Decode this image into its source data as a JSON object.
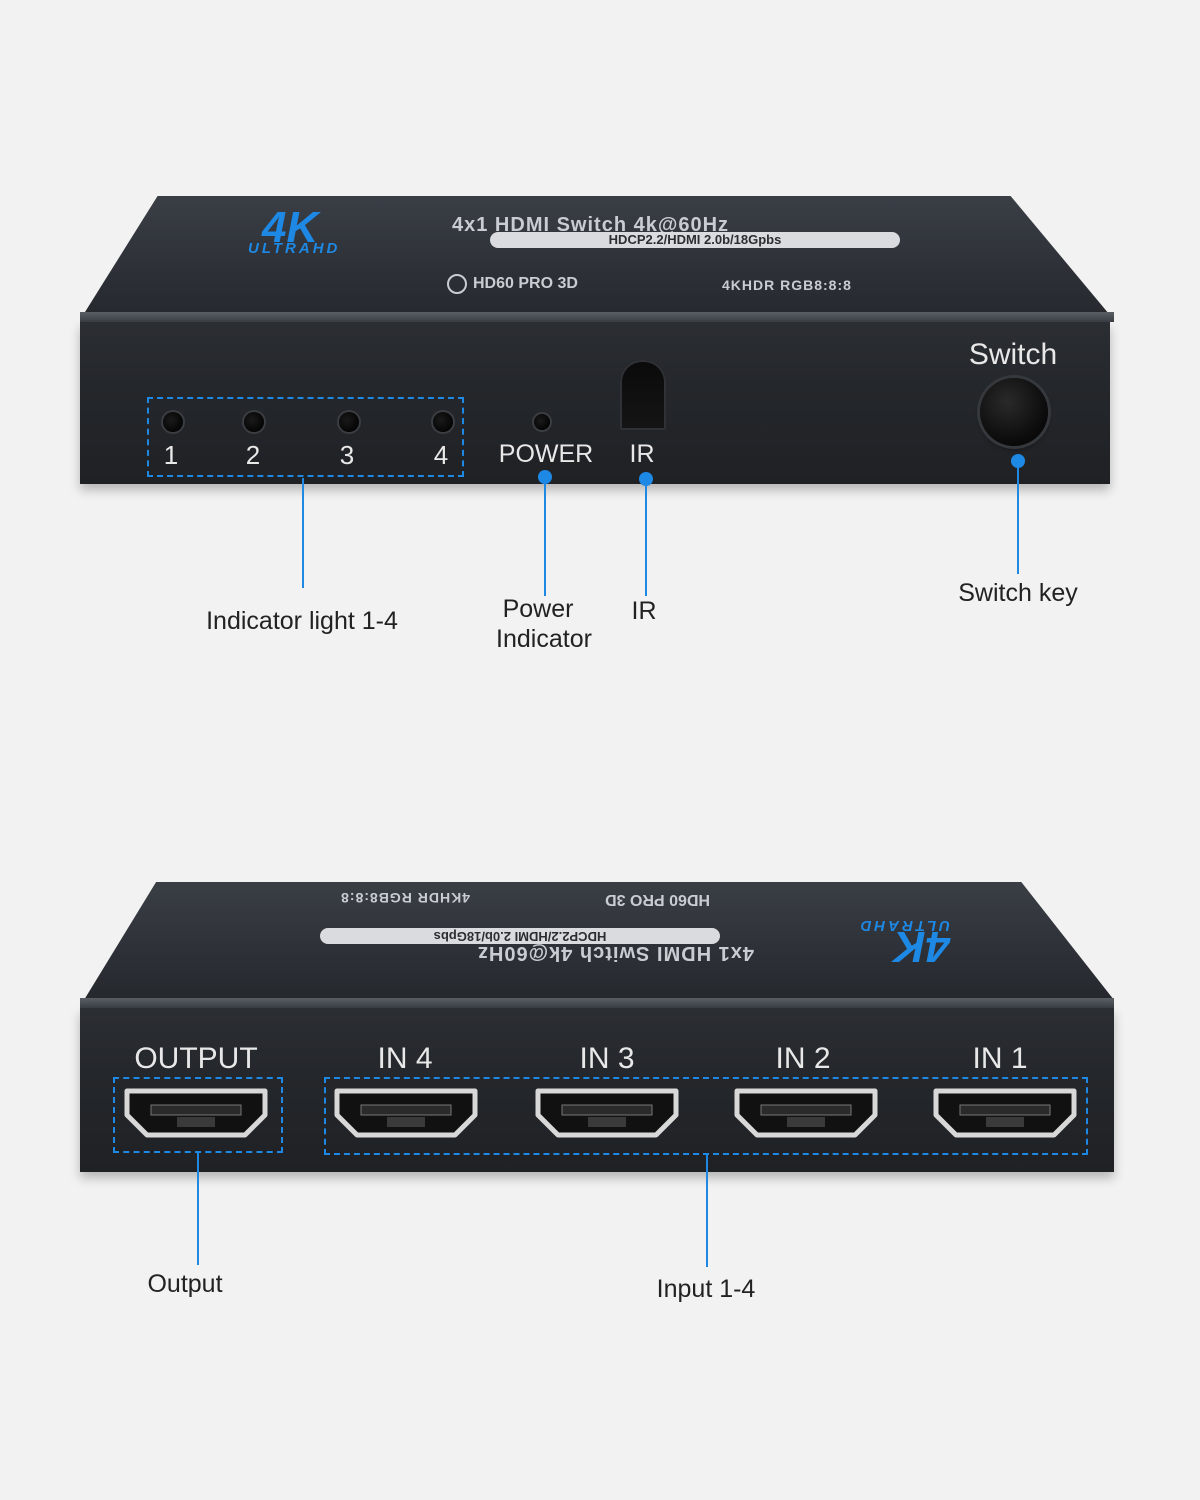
{
  "device_labels": {
    "model_title": "4x1 HDMI Switch 4k@60Hz",
    "spec_pill": "HDCP2.2/HDMI 2.0b/18Gpbs",
    "logo_4k": "4K",
    "logo_ultrahd": "ULTRAHD",
    "feature_line": "HD60 PRO 3D",
    "feature_line_2": "4KHDR RGB8:8:8"
  },
  "front": {
    "leds": [
      "1",
      "2",
      "3",
      "4"
    ],
    "power_label": "POWER",
    "ir_label": "IR",
    "switch_label": "Switch"
  },
  "back": {
    "output_label": "OUTPUT",
    "inputs": [
      "IN 4",
      "IN 3",
      "IN 2",
      "IN 1"
    ]
  },
  "callouts": {
    "indicator": "Indicator light 1-4",
    "power_line1": "Power",
    "power_line2": "Indicator",
    "ir": "IR",
    "switch_key": "Switch key",
    "output": "Output",
    "input": "Input 1-4"
  },
  "colors": {
    "accent": "#1e88e5",
    "background": "#f2f2f2",
    "device_body": "#24272b"
  }
}
